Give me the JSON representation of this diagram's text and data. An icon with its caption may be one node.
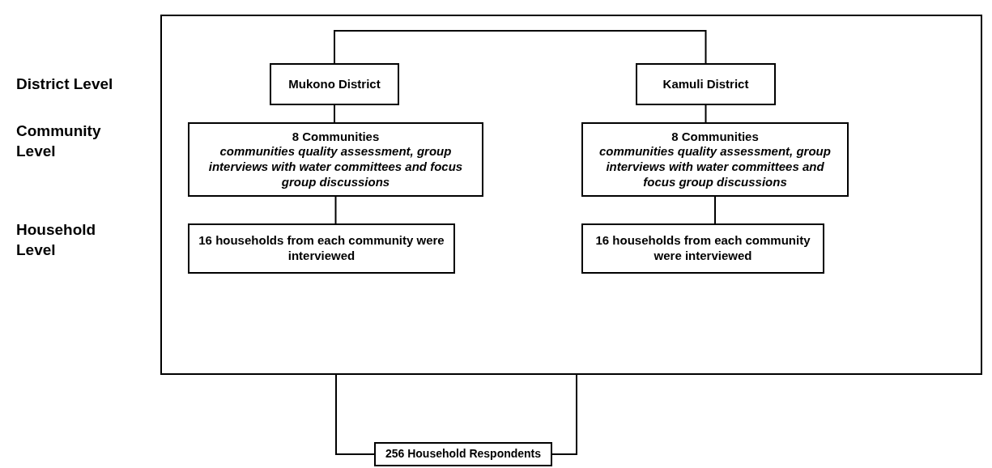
{
  "diagram": {
    "nodes": [
      {
        "text": [],
        "shape": "box"
      },
      {
        "text": [
          "Mukono District"
        ],
        "in": 0
      },
      {
        "text": [
          "Kamuli District"
        ],
        "in": 0
      },
      {
        "text": [
          "8 Communities",
          "communities quality assessment, group interviews with water committees and focus group discussions"
        ],
        "in": 0
      },
      {
        "text": [
          "8 Communities",
          "communities quality assessment, group interviews with water committees and focus group discussions"
        ],
        "in": 0
      },
      {
        "text": [
          "16 households from each community were interviewed"
        ],
        "in": 0
      },
      {
        "text": [
          "16 households from each community were interviewed"
        ],
        "in": 0
      },
      {
        "text": [
          "256 Household Respondents"
        ]
      }
    ],
    "edges": [
      {
        "from": 1,
        "to": 2,
        "arrow": "none"
      },
      {
        "from": 1,
        "to": 3,
        "arrow": "none"
      },
      {
        "from": 3,
        "to": 5,
        "arrow": "none"
      },
      {
        "from": 2,
        "to": 4,
        "arrow": "none"
      },
      {
        "from": 4,
        "to": 6,
        "arrow": "none"
      },
      {
        "from": 0,
        "to": 7,
        "arrow": "none"
      },
      {
        "from": 0,
        "to": 7,
        "arrow": "none"
      }
    ],
    "labels": [
      "District Level",
      "Community Level",
      "Household Level"
    ]
  }
}
